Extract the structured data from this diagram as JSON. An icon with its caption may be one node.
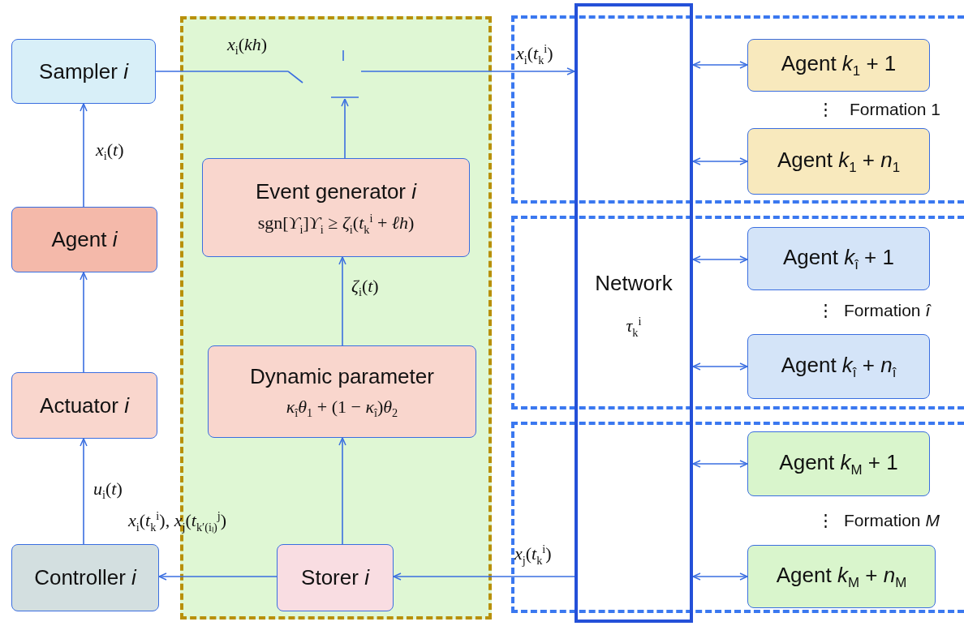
{
  "diagram": {
    "nodes": [
      {
        "text": [
          "Sampler *i*"
        ]
      },
      {
        "text": [
          "Agent *i*"
        ]
      },
      {
        "text": [
          "Actuator *i*"
        ]
      },
      {
        "text": [
          "Controller *i*"
        ]
      },
      {
        "text": [],
        "shape": "box"
      },
      {
        "text": [
          "Event generator *i*",
          "sgn[*ϒ*$_{i}$]*ϒ*$_{i}$ ≥ *ζ*$_{i}$(*t*$_{k}$$^{i}$ + *ℓh*)"
        ],
        "in": 4
      },
      {
        "text": [
          "Dynamic parameter",
          "*κ*$_{î}$*θ*$_{1}$ + (1 − *κ*$_{î}$)*θ*$_{2}$"
        ],
        "in": 4
      },
      {
        "text": [
          "Storer *i*"
        ],
        "in": 4
      },
      {
        "text": [],
        "shape": "switch",
        "in": 4
      },
      {
        "text": [
          "Network",
          "*τ*$_{k}$$^{i}$"
        ]
      },
      {
        "text": [
          "⋮",
          "Formation 1"
        ]
      },
      {
        "text": [
          "Agent *k*$_{1}$ + 1"
        ],
        "in": 10
      },
      {
        "text": [
          "Agent *k*$_{1}$ + *n*$_{1}$"
        ],
        "in": 10
      },
      {
        "text": [
          "⋮",
          "Formation *î*"
        ]
      },
      {
        "text": [
          "Agent *k*$_{î}$ + 1"
        ],
        "in": 13
      },
      {
        "text": [
          "Agent *k*$_{î}$ + *n*$_{î}$"
        ],
        "in": 13
      },
      {
        "text": [
          "⋮",
          "Formation *M*"
        ]
      },
      {
        "text": [
          "Agent *k*$_{M}$ + 1"
        ],
        "in": 16
      },
      {
        "text": [
          "Agent *k*$_{M}$ + *n*$_{M}$"
        ],
        "in": 16
      }
    ],
    "edges": [
      {
        "from": 1,
        "to": 0,
        "arrow": "to",
        "label": "*x*$_{i}$(*t*)"
      },
      {
        "from": 2,
        "to": 1,
        "arrow": "to"
      },
      {
        "from": 3,
        "to": 2,
        "arrow": "to",
        "label": "*u*$_{i}$(*t*)"
      },
      {
        "from": 0,
        "to": 8,
        "arrow": "none",
        "label": "*x*$_{i}$(*kh*)"
      },
      {
        "from": 8,
        "to": 9,
        "arrow": "to",
        "label": "*x*$_{i}$(*t*$_{k}$$^{i}$)"
      },
      {
        "from": 5,
        "to": 8,
        "arrow": "to"
      },
      {
        "from": 6,
        "to": 5,
        "arrow": "to",
        "label": "*ζ*$_{i}$(*t*)"
      },
      {
        "from": 7,
        "to": 6,
        "arrow": "to"
      },
      {
        "from": 7,
        "to": 3,
        "arrow": "to",
        "label": "*x*$_{i}$(*t*$_{k}$$^{i}$), *x*$_{j}$(*t*$_{k′(iₗ)}$$^{j}$)"
      },
      {
        "from": 9,
        "to": 7,
        "arrow": "to",
        "label": "*x*$_{j}$(*t*$_{k}$$^{i}$)"
      },
      {
        "from": 9,
        "to": 11,
        "arrow": "both"
      },
      {
        "from": 9,
        "to": 12,
        "arrow": "both"
      },
      {
        "from": 9,
        "to": 14,
        "arrow": "both"
      },
      {
        "from": 9,
        "to": 15,
        "arrow": "both"
      },
      {
        "from": 9,
        "to": 17,
        "arrow": "both"
      },
      {
        "from": 9,
        "to": 18,
        "arrow": "both"
      }
    ]
  }
}
